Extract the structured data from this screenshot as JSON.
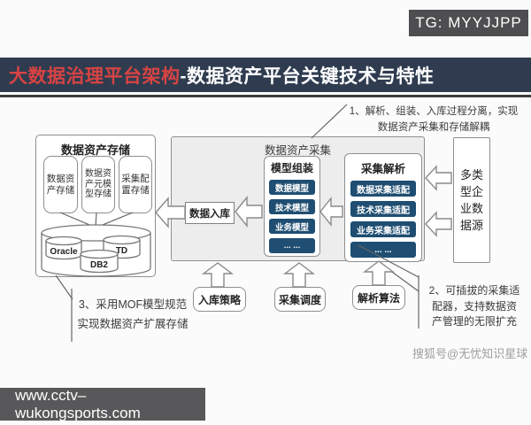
{
  "badge": {
    "label": "TG: MYYJJPP"
  },
  "header": {
    "title_red": "大数据治理平台架构",
    "title_rest": "-数据资产平台关键技术与特性"
  },
  "diagram": {
    "storage": {
      "title": "数据资产存储",
      "stores": [
        "数据资产存储",
        "数据资产元模型存储",
        "采集配置存储"
      ],
      "databases": [
        "Oracle",
        "DB2",
        "TD"
      ]
    },
    "collection": {
      "label": "数据资产采集",
      "ingest": "数据入库",
      "model_assembly": {
        "title": "模型组装",
        "items": [
          "数据模型",
          "技术模型",
          "业务模型",
          "... ..."
        ]
      },
      "collect_parse": {
        "title": "采集解析",
        "items": [
          "数据采集适配",
          "技术采集适配",
          "业务采集适配",
          "... ..."
        ]
      }
    },
    "source": {
      "label": "多类型企业数据源"
    },
    "schedulers": [
      "入库策略",
      "采集调度",
      "解析算法"
    ],
    "notes": {
      "note1": [
        "1、解析、组装、入库过程分离，实现",
        "数据资产采集和存储解耦"
      ],
      "note2": [
        "2、可插拔的采集适",
        "配器，支持数据资",
        "产管理的无限扩充"
      ],
      "note3": [
        "3、采用MOF模型规范",
        "实现数据资产扩展存储"
      ]
    }
  },
  "watermark": "搜狐号@无忧知识星球",
  "footer": {
    "url": "www.cctv–wukongsports.com"
  },
  "colors": {
    "header_bg": "#2f3c50",
    "title_red": "#d84343",
    "button_navy": "#1f4e72",
    "panel_gray": "#ededed",
    "badge_gray": "#4e4e50",
    "footer_gray": "#58585a"
  }
}
